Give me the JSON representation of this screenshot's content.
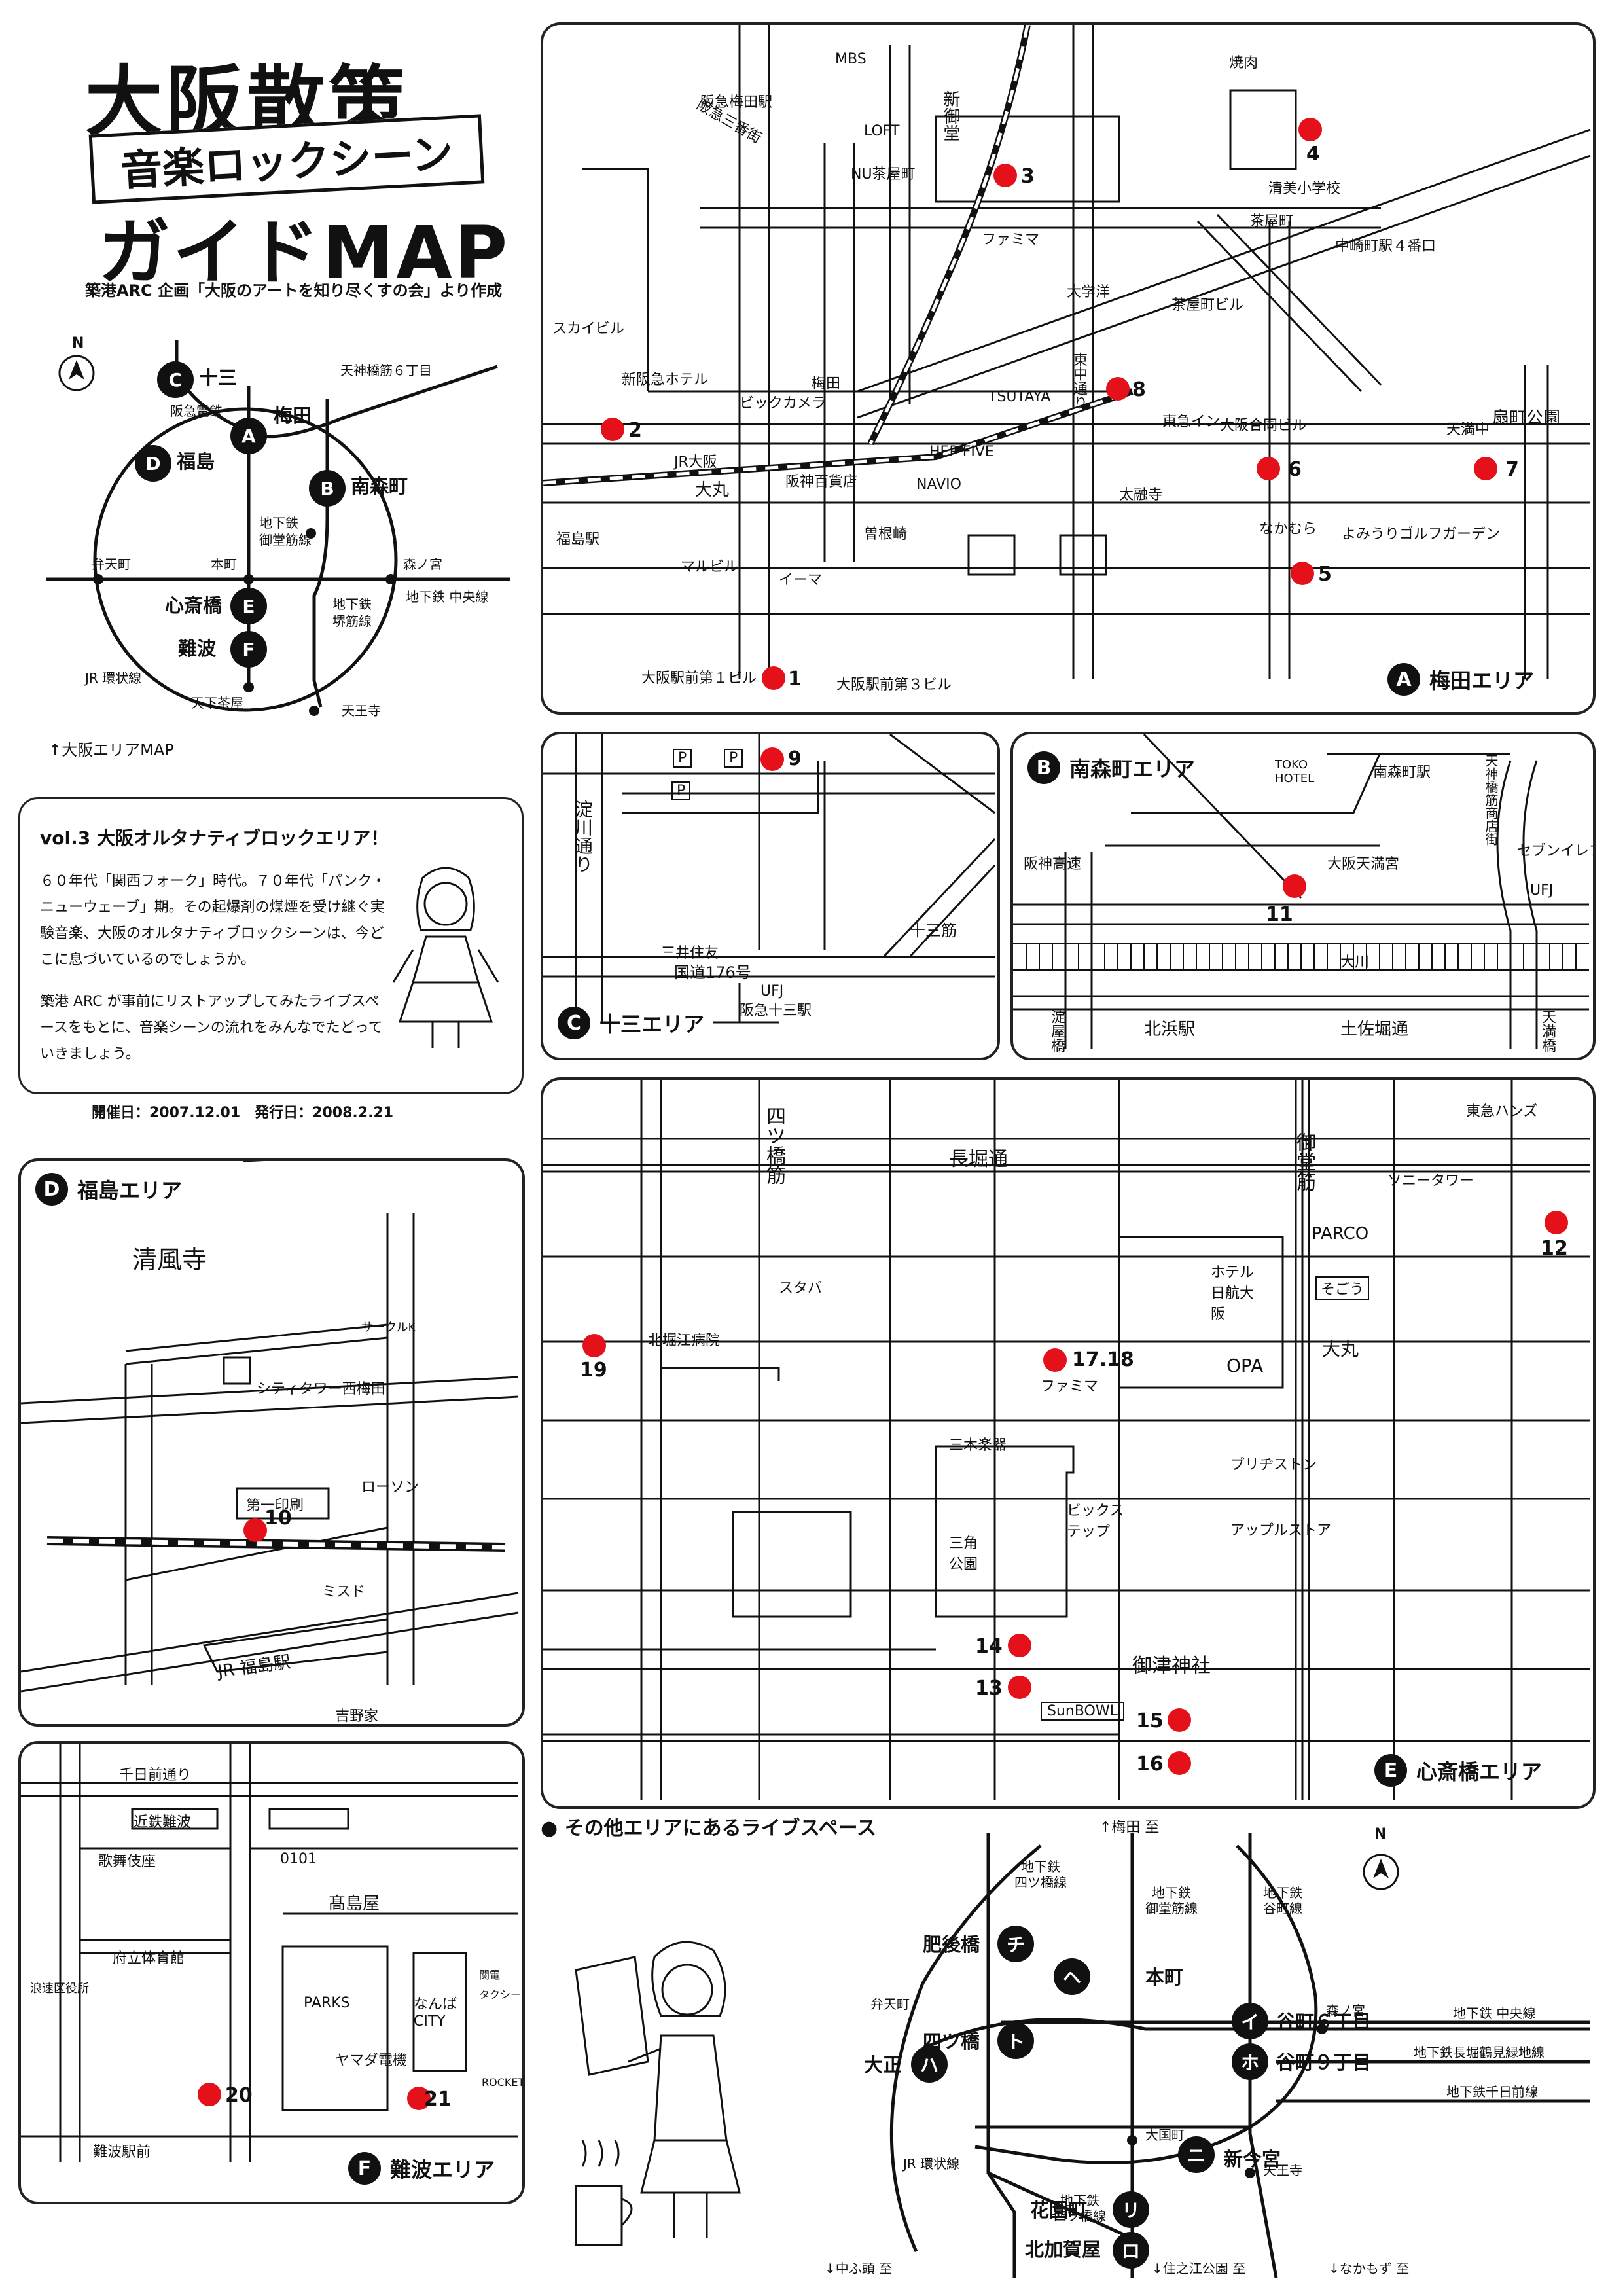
{
  "header": {
    "title": "大阪散策",
    "subtitle": "音楽ロックシーン",
    "title2": "ガイドMAP",
    "credit": "築港ARC 企画「大阪のアートを知り尽くすの会」より作成"
  },
  "overview": {
    "caption": "↑大阪エリアMAP",
    "north": "N",
    "stations": [
      {
        "letter": "C",
        "name": "十三"
      },
      {
        "letter": "A",
        "name": "梅田"
      },
      {
        "letter": "B",
        "name": "南森町"
      },
      {
        "letter": "D",
        "name": "福島"
      },
      {
        "letter": "E",
        "name": "心斎橋"
      },
      {
        "letter": "F",
        "name": "難波"
      }
    ],
    "labels": {
      "hankyu": "阪急電鉄",
      "tenjinbashi": "天神橋筋６丁目",
      "midosuji": "地下鉄\n御堂筋線",
      "sakaisuji": "地下鉄\n堺筋線",
      "bentencho": "弁天町",
      "honmachi": "本町",
      "morinomiya": "森ノ宮",
      "chuo": "地下鉄 中央線",
      "loop": "JR 環状線",
      "tengachaya": "天下茶屋",
      "tennoji": "天王寺"
    }
  },
  "intro": {
    "heading": "vol.3 大阪オルタナティブロックエリア！",
    "para1": "６０年代「関西フォーク」時代。７０年代「パンク・ニューウェーブ」期。その起爆剤の煤煙を受け継ぐ実験音楽、大阪のオルタナティブロックシーンは、今どこに息づいているのでしょうか。",
    "para2": "築港 ARC が事前にリストアップしてみたライブスペースをもとに、音楽シーンの流れをみんなでたどっていきましょう。",
    "dates": "開催日：2007.12.01　発行日：2008.2.21"
  },
  "areas": {
    "A": {
      "letter": "A",
      "label": "梅田エリア"
    },
    "B": {
      "letter": "B",
      "label": "南森町エリア"
    },
    "C": {
      "letter": "C",
      "label": "十三エリア"
    },
    "D": {
      "letter": "D",
      "label": "福島エリア"
    },
    "E": {
      "letter": "E",
      "label": "心斎橋エリア"
    },
    "F": {
      "letter": "F",
      "label": "難波エリア"
    }
  },
  "pins": [
    "1",
    "2",
    "3",
    "4",
    "5",
    "6",
    "7",
    "8",
    "9",
    "11",
    "10",
    "12",
    "19",
    "17.18",
    "14",
    "13",
    "15",
    "16",
    "20",
    "21"
  ],
  "umeda_labels": [
    "MBS",
    "LOFT",
    "NU茶屋町",
    "新御堂",
    "焼肉",
    "清美小学校",
    "中崎町駅４番口",
    "茶屋町",
    "ファミマ",
    "大学洋",
    "TSUTAYA",
    "東中通り",
    "東急イン",
    "大阪合同ビル",
    "扇町公園",
    "天満中",
    "JR大阪",
    "大丸",
    "阪神百貨店",
    "HEP FIVE",
    "NAVIO",
    "曽根崎",
    "マルビル",
    "イーマ",
    "大阪駅前第１ビル",
    "大阪駅前第３ビル",
    "太融寺",
    "なかむら",
    "よみうりゴルフガーデン",
    "スカイビル",
    "福島駅",
    "梅田",
    "ビックカメラ",
    "新阪急ホテル",
    "阪急三番街",
    "茶屋町ビル",
    "阪急梅田駅"
  ],
  "minami_labels": [
    "南森町駅",
    "天神橋筋商店街",
    "TOKO HOTEL",
    "大阪天満宮",
    "セブンイレブン",
    "UFJ",
    "大川",
    "北浜駅",
    "土佐堀通",
    "天満橋",
    "淀屋橋",
    "阪神高速"
  ],
  "juso_labels": [
    "淀川通り",
    "P",
    "国道176号",
    "三井住友",
    "UFJ",
    "十三筋",
    "阪急十三駅"
  ],
  "fukushima_labels": [
    "清風寺",
    "サークルK",
    "シティタワー西梅田",
    "ローソン",
    "第一印刷",
    "ミスド",
    "JR 福島駅",
    "吉野家"
  ],
  "shinsaibashi_labels": [
    "長堀通",
    "四ツ橋筋",
    "御堂筋",
    "東急ハンズ",
    "ソニータワー",
    "PARCO",
    "ホテル日航大阪",
    "そごう",
    "大丸",
    "OPA",
    "北堀江病院",
    "スタバ",
    "ファミマ",
    "三木楽器",
    "ビックステップ",
    "三角公園",
    "ブリヂストン",
    "アップルストア",
    "御津神社",
    "SunBOWL"
  ],
  "namba_labels": [
    "千日前通り",
    "近鉄難波",
    "歌舞伎座",
    "0101",
    "髙島屋",
    "府立体育館",
    "PARKS",
    "なんばCITY",
    "ヤマダ電機",
    "ROCKETS",
    "難波駅前",
    "タクシー",
    "関電",
    "浪速区役所"
  ],
  "other": {
    "heading": "● その他エリアにあるライブスペース",
    "north": "N",
    "to_umeda": "↑梅田 至",
    "to_nakafuto": "↓中ふ頭 至",
    "to_suminoe": "↓住之江公園 至",
    "to_nakamozu": "↓なかもず 至",
    "stations": [
      {
        "letter": "チ",
        "name": "肥後橋"
      },
      {
        "letter": "ヘ",
        "name": "本町"
      },
      {
        "letter": "ハ",
        "name": "大正"
      },
      {
        "letter": "ト",
        "name": "四ツ橋"
      },
      {
        "letter": "イ",
        "name": "谷町６丁目"
      },
      {
        "letter": "ホ",
        "name": "谷町９丁目"
      },
      {
        "letter": "ニ",
        "name": "新今宮"
      },
      {
        "letter": "リ",
        "name": "花園町"
      },
      {
        "letter": "ロ",
        "name": "北加賀屋"
      }
    ],
    "labels": {
      "yotsubashi": "地下鉄\n四ツ橋線",
      "midosuji": "地下鉄\n御堂筋線",
      "tanimachi": "地下鉄\n谷町線",
      "bentencho": "弁天町",
      "morinomiya": "森ノ宮",
      "chuo": "地下鉄 中央線",
      "nagahori": "地下鉄長堀鶴見緑地線",
      "sennichimae": "地下鉄千日前線",
      "loop": "JR 環状線",
      "daikokucho": "大国町",
      "tennoji": "天王寺",
      "yotsubashi2": "地下鉄\n四ツ橋線"
    }
  }
}
